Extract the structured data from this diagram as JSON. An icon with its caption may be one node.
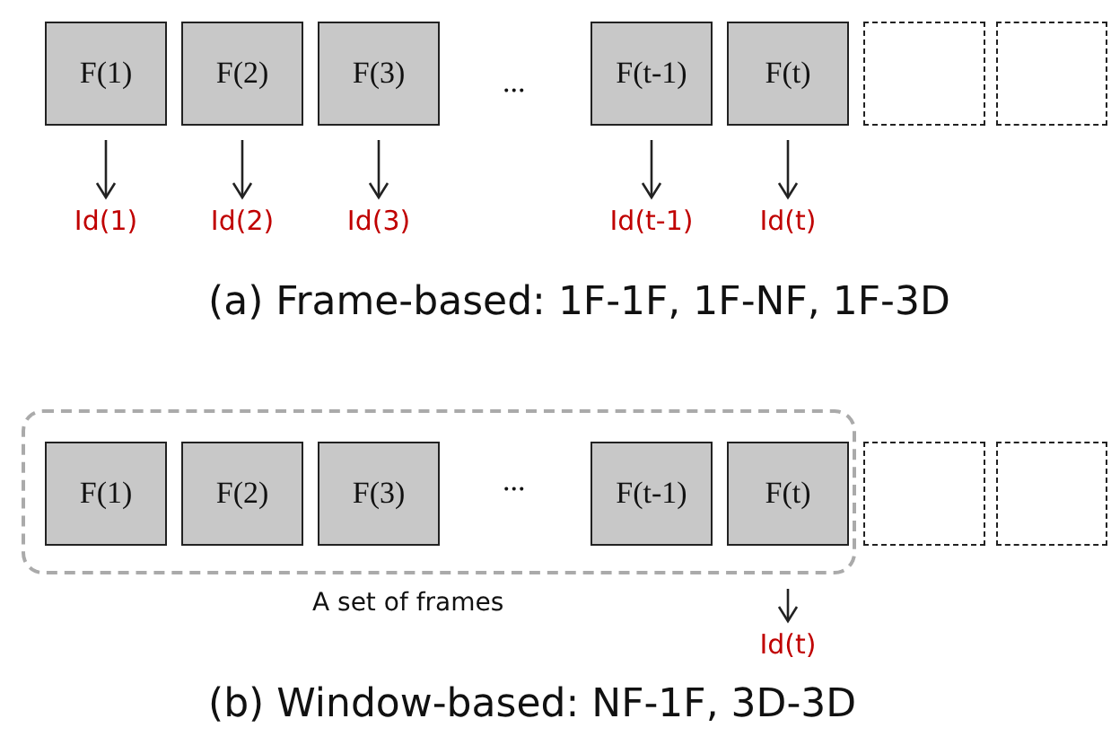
{
  "diagram": {
    "nodes": [
      {
        "text": [
          "F(1)"
        ]
      },
      {
        "text": [
          "F(2)"
        ]
      },
      {
        "text": [
          "F(3)"
        ]
      },
      {
        "text": [
          "F(t-1)"
        ]
      },
      {
        "text": [
          "F(t)"
        ]
      },
      {
        "text": [],
        "shape": "box"
      },
      {
        "text": [],
        "shape": "box"
      },
      {
        "text": [
          "Id(1)"
        ]
      },
      {
        "text": [
          "Id(2)"
        ]
      },
      {
        "text": [
          "Id(3)"
        ]
      },
      {
        "text": [
          "Id(t-1)"
        ]
      },
      {
        "text": [
          "Id(t)"
        ]
      },
      {
        "text": [
          "A set of frames"
        ]
      },
      {
        "text": [
          "F(1)"
        ],
        "in": 12
      },
      {
        "text": [
          "F(2)"
        ],
        "in": 12
      },
      {
        "text": [
          "F(3)"
        ],
        "in": 12
      },
      {
        "text": [
          "F(t-1)"
        ],
        "in": 12
      },
      {
        "text": [
          "F(t)"
        ],
        "in": 12
      },
      {
        "text": [],
        "shape": "box"
      },
      {
        "text": [],
        "shape": "box"
      },
      {
        "text": [
          "Id(t)"
        ]
      }
    ],
    "edges": [
      {
        "from": 0,
        "to": 7,
        "arrow": "to"
      },
      {
        "from": 1,
        "to": 8,
        "arrow": "to"
      },
      {
        "from": 2,
        "to": 9,
        "arrow": "to"
      },
      {
        "from": 3,
        "to": 10,
        "arrow": "to"
      },
      {
        "from": 4,
        "to": 11,
        "arrow": "to"
      },
      {
        "from": 12,
        "to": 20,
        "arrow": "to"
      }
    ],
    "labels": [
      "...",
      "(a) Frame-based: 1F-1F, 1F-NF, 1F-3D",
      "...",
      "(b) Window-based: NF-1F, 3D-3D"
    ]
  }
}
